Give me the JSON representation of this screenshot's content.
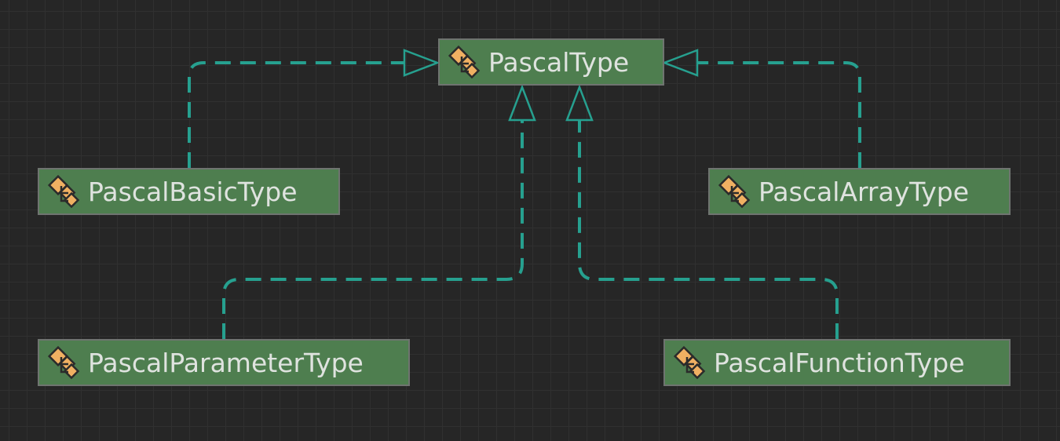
{
  "colors": {
    "background": "#262626",
    "node_fill": "#4e7e4f",
    "node_border": "#6f7470",
    "node_text": "#dfe3df",
    "edge": "#26a08f",
    "icon_fill": "#f0b062",
    "icon_stroke": "#2b2b2b"
  },
  "nodes": {
    "pascal_type": {
      "label": "PascalType",
      "icon": "interface-icon"
    },
    "pascal_basic_type": {
      "label": "PascalBasicType",
      "icon": "class-icon"
    },
    "pascal_array_type": {
      "label": "PascalArrayType",
      "icon": "class-icon"
    },
    "pascal_parameter_type": {
      "label": "PascalParameterType",
      "icon": "class-icon"
    },
    "pascal_function_type": {
      "label": "PascalFunctionType",
      "icon": "class-icon"
    }
  },
  "edges": [
    {
      "from": "PascalBasicType",
      "to": "PascalType",
      "kind": "realization"
    },
    {
      "from": "PascalArrayType",
      "to": "PascalType",
      "kind": "realization"
    },
    {
      "from": "PascalParameterType",
      "to": "PascalType",
      "kind": "realization"
    },
    {
      "from": "PascalFunctionType",
      "to": "PascalType",
      "kind": "realization"
    }
  ]
}
